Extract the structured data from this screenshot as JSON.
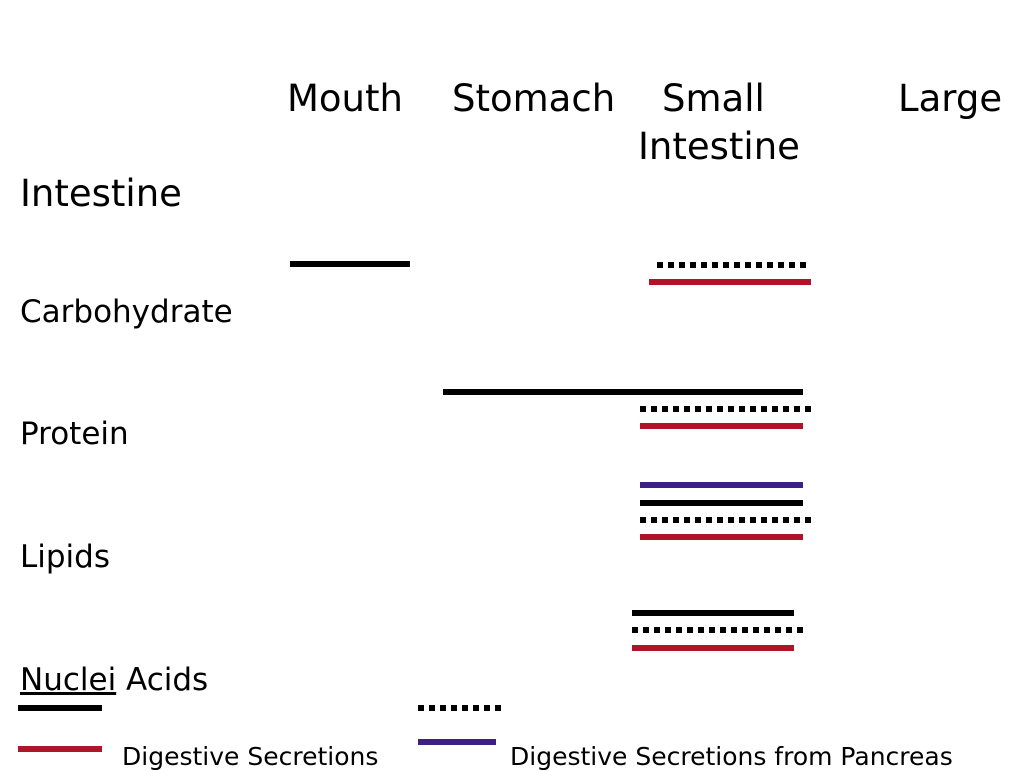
{
  "headers": {
    "mouth": "Mouth",
    "stomach": "Stomach",
    "small_line1": "Small",
    "small_line2": "Intestine",
    "large_line1": "Large",
    "large_line2": "Intestine"
  },
  "rows": {
    "carbohydrate": "Carbohydrate",
    "protein": "Protein",
    "lipids": "Lipids",
    "nucleic_acids_first": "Nuclei",
    "nucleic_acids_rest": " Acids"
  },
  "legend": {
    "red_label": "Digestive Secretions",
    "purple_label": "Digestive Secretions from Pancreas"
  },
  "colors": {
    "black": "#000000",
    "red": "#b01428",
    "purple": "#3d1f85"
  }
}
